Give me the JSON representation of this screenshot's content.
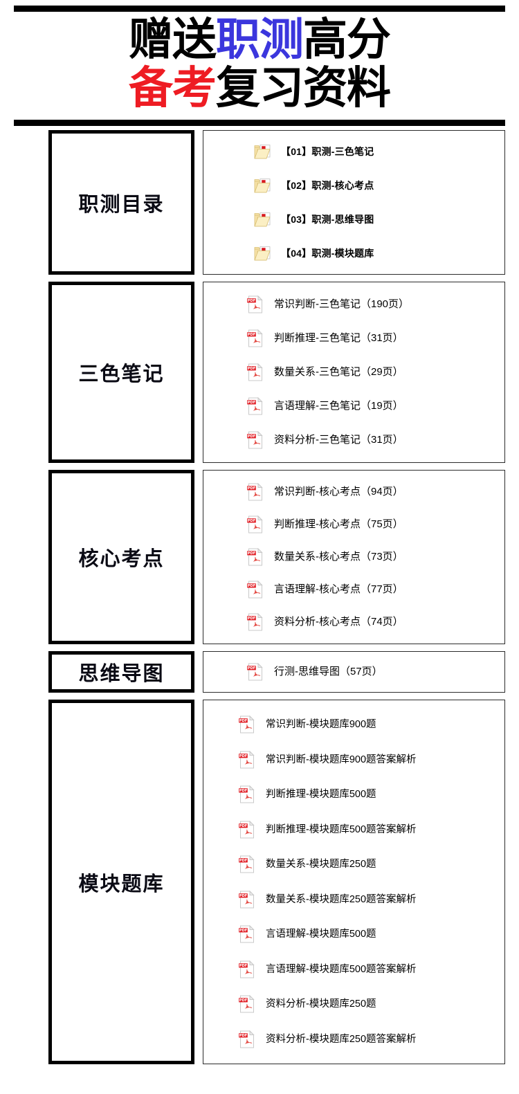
{
  "header": {
    "line1": [
      {
        "text": "赠送",
        "color": "#000000"
      },
      {
        "text": "职测",
        "color": "#3B36DD"
      },
      {
        "text": "高分",
        "color": "#000000"
      }
    ],
    "line2": [
      {
        "text": "备考",
        "color": "#EE1C23"
      },
      {
        "text": "复习资料",
        "color": "#000000"
      }
    ],
    "line1_plain": "赠送职测高分",
    "line2_plain": "备考复习资料",
    "accent_blue": "#3B36DD",
    "accent_red": "#EE1C23"
  },
  "sections": [
    {
      "label": "职测目录",
      "icon": "folder-icon",
      "files": [
        {
          "name": "【01】职测-三色笔记"
        },
        {
          "name": "【02】职测-核心考点"
        },
        {
          "name": "【03】职测-思维导图"
        },
        {
          "name": "【04】职测-模块题库"
        }
      ]
    },
    {
      "label": "三色笔记",
      "icon": "pdf-icon",
      "files": [
        {
          "name": "常识判断-三色笔记（190页）"
        },
        {
          "name": "判断推理-三色笔记（31页）"
        },
        {
          "name": "数量关系-三色笔记（29页）"
        },
        {
          "name": "言语理解-三色笔记（19页）"
        },
        {
          "name": "资料分析-三色笔记（31页）"
        }
      ]
    },
    {
      "label": "核心考点",
      "icon": "pdf-icon",
      "files": [
        {
          "name": "常识判断-核心考点（94页）"
        },
        {
          "name": "判断推理-核心考点（75页）"
        },
        {
          "name": "数量关系-核心考点（73页）"
        },
        {
          "name": "言语理解-核心考点（77页）"
        },
        {
          "name": "资料分析-核心考点（74页）"
        }
      ]
    },
    {
      "label": "思维导图",
      "icon": "pdf-icon",
      "files": [
        {
          "name": "行测-思维导图（57页）"
        }
      ]
    },
    {
      "label": "模块题库",
      "icon": "pdf-icon",
      "files": [
        {
          "name": "常识判断-模块题库900题"
        },
        {
          "name": "常识判断-模块题库900题答案解析"
        },
        {
          "name": "判断推理-模块题库500题"
        },
        {
          "name": "判断推理-模块题库500题答案解析"
        },
        {
          "name": "数量关系-模块题库250题"
        },
        {
          "name": "数量关系-模块题库250题答案解析"
        },
        {
          "name": "言语理解-模块题库500题"
        },
        {
          "name": "言语理解-模块题库500题答案解析"
        },
        {
          "name": "资料分析-模块题库250题"
        },
        {
          "name": "资料分析-模块题库250题答案解析"
        }
      ]
    }
  ]
}
